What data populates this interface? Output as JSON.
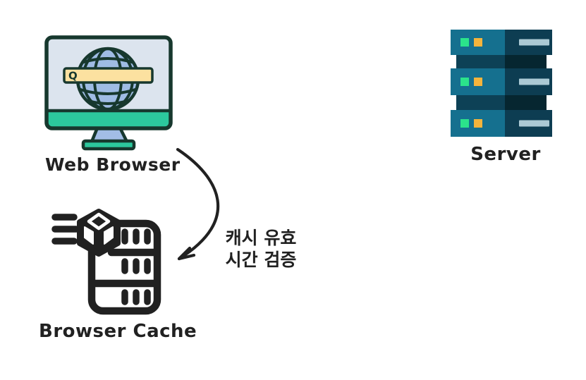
{
  "colors": {
    "ink": "#212121",
    "outline": "#17382e",
    "screen": "#dce4ee",
    "teal": "#2cc89d",
    "globe-blue": "#9fbce4",
    "stand-blue": "#a2bde6",
    "search-yellow": "#fce1a0",
    "server-light": "#15708f",
    "server-dark": "#0d3d52",
    "conn-left": "#0d4156",
    "conn-right": "#062630",
    "led-green": "#2be38b",
    "led-yellow": "#f4b43c",
    "server-bar": "#abc9d4"
  },
  "nodes": {
    "web_browser": {
      "label": "Web Browser",
      "icon": "monitor-with-globe-and-search-bar"
    },
    "server": {
      "label": "Server",
      "icon": "server-rack"
    },
    "browser_cache": {
      "label": "Browser Cache",
      "icon": "cache-storage-with-cube"
    }
  },
  "edge": {
    "from": "Web Browser",
    "to": "Browser Cache",
    "label_line1": "캐시 유효",
    "label_line2": "시간 검증"
  },
  "search": {
    "q_glyph": "Q"
  }
}
